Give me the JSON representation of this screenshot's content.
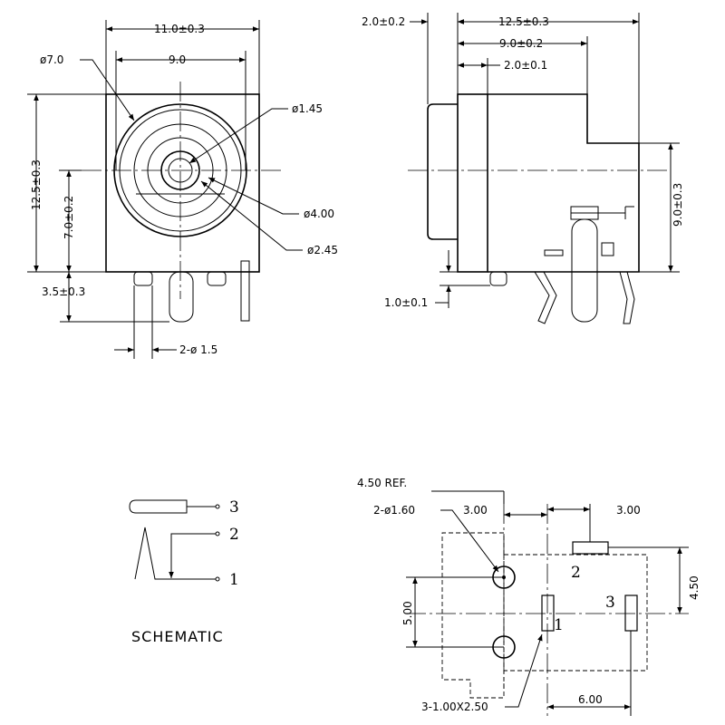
{
  "front_view": {
    "width_dim": "11.0±0.3",
    "inner_width_dim": "9.0",
    "outer_dia": "ø7.0",
    "pin_dia": "ø1.45",
    "sleeve_dia": "ø4.00",
    "bore_dia": "ø2.45",
    "height_dim": "12.5±0.3",
    "center_height_dim": "7.0±0.2",
    "pin_length_dim": "3.5±0.3",
    "pin_dia_dim": "2-ø 1.5"
  },
  "side_view": {
    "flange_dim": "2.0±0.2",
    "length_dim": "12.5±0.3",
    "body_dim": "9.0±0.2",
    "step_dim": "2.0±0.1",
    "height_dim": "9.0±0.3",
    "standoff_dim": "1.0±0.1"
  },
  "schematic": {
    "title": "SCHEMATIC",
    "pins": [
      "3",
      "2",
      "1"
    ]
  },
  "footprint": {
    "ref_dim": "4.50 REF.",
    "hole_dim": "2-ø1.60",
    "pitch_left": "3.00",
    "pitch_right": "3.00",
    "vertical_left": "5.00",
    "vertical_right": "4.50",
    "slot_dim": "3-1.00X2.50",
    "horizontal_bottom": "6.00",
    "pad_labels": [
      "2",
      "3",
      "1"
    ]
  }
}
